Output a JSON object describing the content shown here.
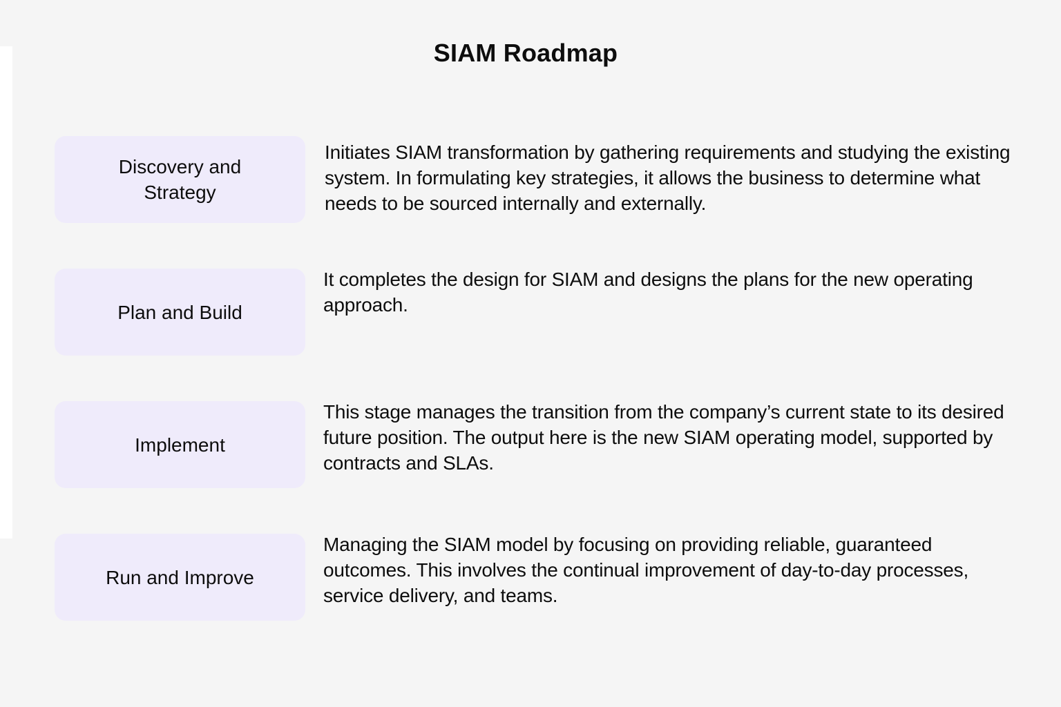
{
  "title": "SIAM Roadmap",
  "colors": {
    "background": "#f5f5f5",
    "stage_box": "#efebfb",
    "text": "#0d0d0d"
  },
  "stages": [
    {
      "label": "Discovery and Strategy",
      "description": "Initiates SIAM transformation by gathering requirements and studying the existing system. In formulating key strategies, it allows the business to determine what needs to be sourced internally and externally."
    },
    {
      "label": "Plan and Build",
      "description": "It completes the design for SIAM and designs the plans for the new operating approach."
    },
    {
      "label": "Implement",
      "description": "This stage manages the transition from the company’s current state to its desired future position. The output here is the new SIAM operating model, supported by contracts and SLAs."
    },
    {
      "label": "Run and Improve",
      "description": "Managing the SIAM model by focusing on providing reliable, guaranteed outcomes. This involves the continual improvement of day-to-day processes, service delivery, and teams."
    }
  ]
}
